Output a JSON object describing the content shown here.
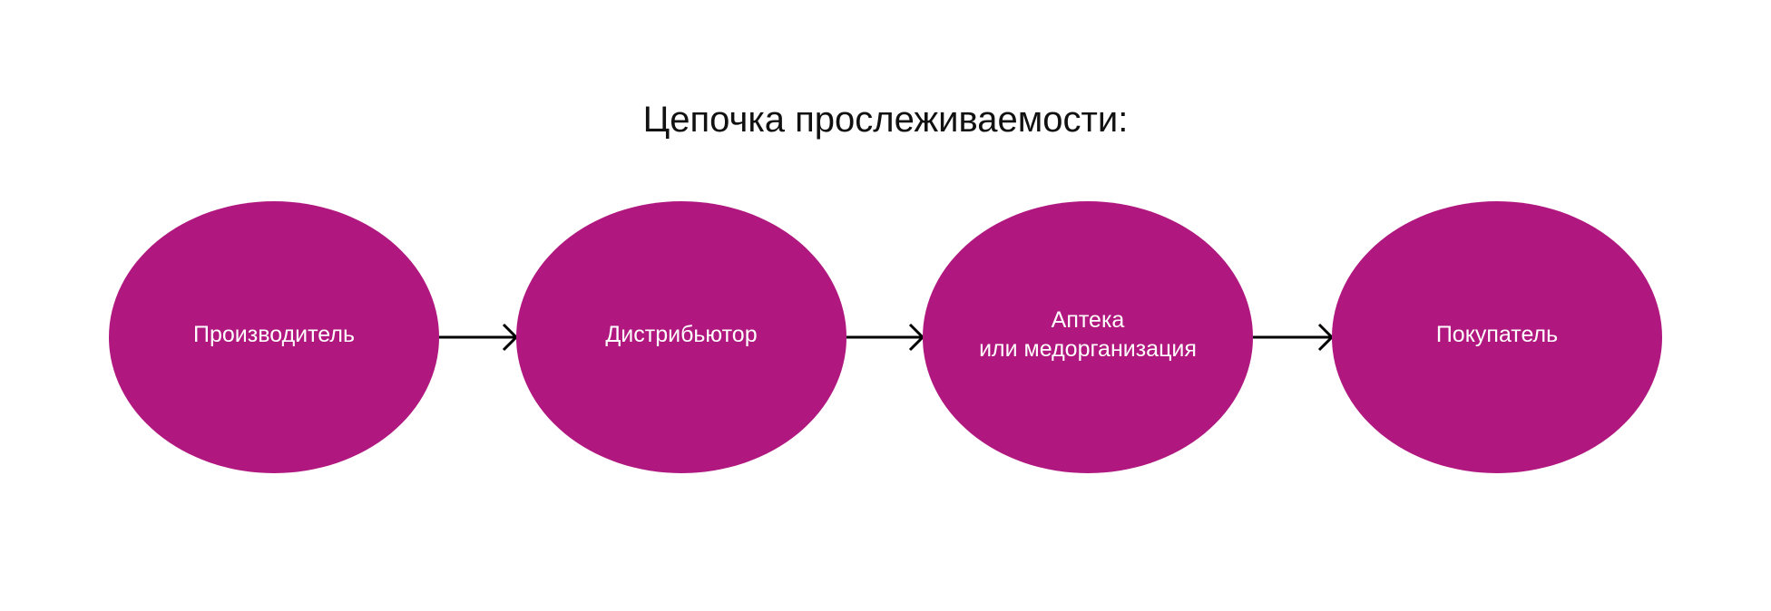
{
  "title": "Цепочка прослеживаемости:",
  "colors": {
    "node": "#B0187F",
    "arrow": "#000000",
    "label": "#FFFFFF"
  },
  "nodes": [
    {
      "label": "Производитель"
    },
    {
      "label": "Дистрибьютор"
    },
    {
      "label": "Аптека\nили медорганизация"
    },
    {
      "label": "Покупатель"
    }
  ]
}
